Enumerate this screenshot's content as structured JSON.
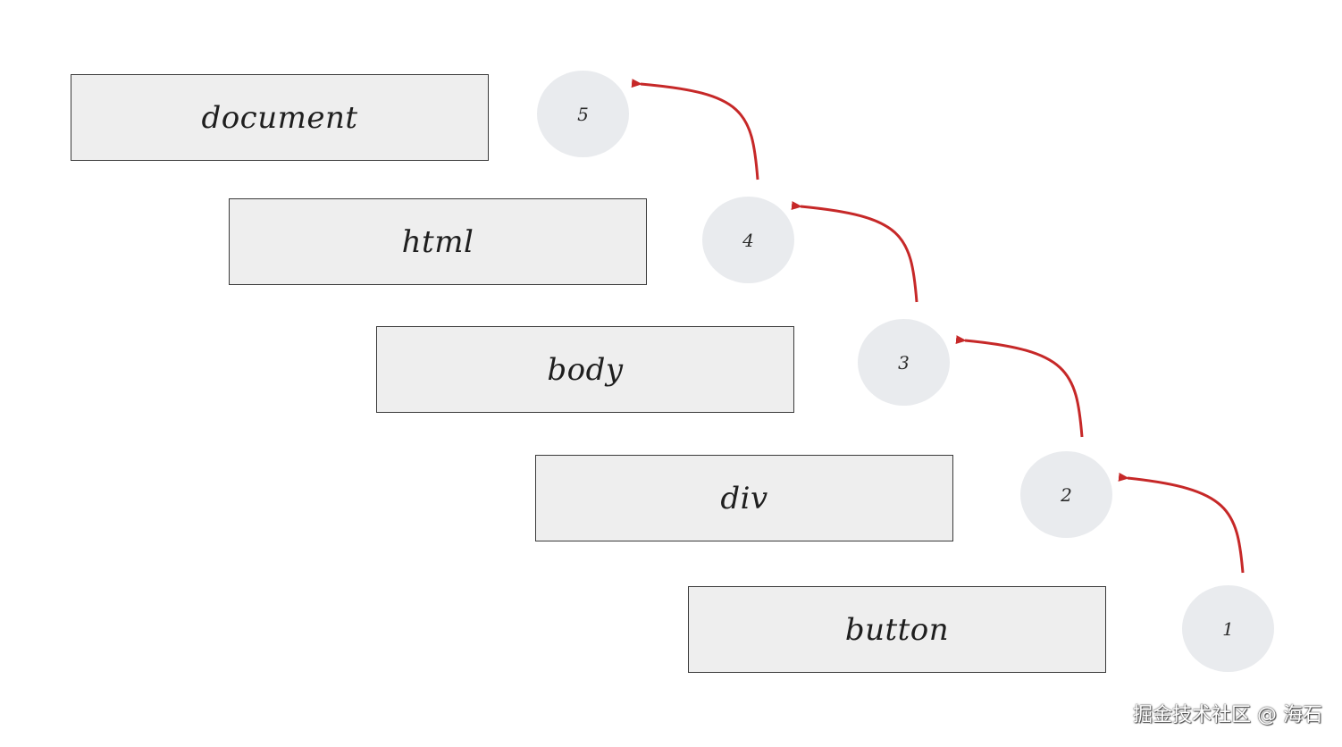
{
  "colors": {
    "box_fill": "#eeeeee",
    "box_stroke": "#3a3a3a",
    "circle_fill": "#e9ebee",
    "arrow": "#c62828"
  },
  "nodes": [
    {
      "label": "document",
      "step": "5"
    },
    {
      "label": "html",
      "step": "4"
    },
    {
      "label": "body",
      "step": "3"
    },
    {
      "label": "div",
      "step": "2"
    },
    {
      "label": "button",
      "step": "1"
    }
  ],
  "arrows": [
    {
      "from_step": "1",
      "to_step": "2"
    },
    {
      "from_step": "2",
      "to_step": "3"
    },
    {
      "from_step": "3",
      "to_step": "4"
    },
    {
      "from_step": "4",
      "to_step": "5"
    }
  ],
  "watermark": "掘金技术社区 @ 海石"
}
